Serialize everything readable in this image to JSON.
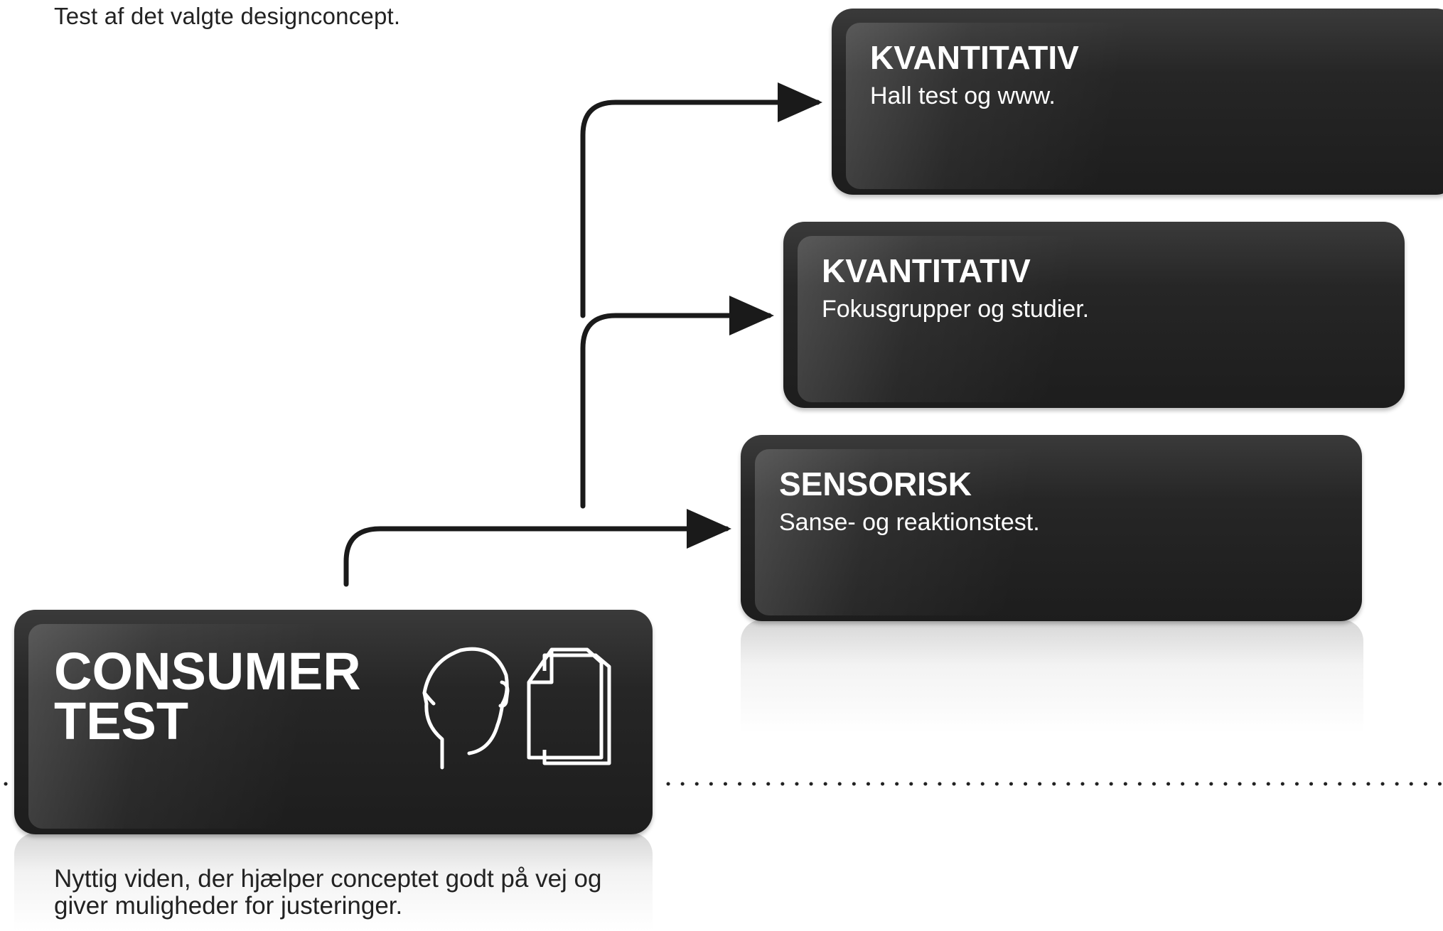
{
  "intro_text": "Test af det valgte designconcept.",
  "cards": [
    {
      "title": "KVANTITATIV",
      "subtitle": "Hall test og www."
    },
    {
      "title": "KVANTITATIV",
      "subtitle": "Fokusgrupper og studier."
    },
    {
      "title": "SENSORISK",
      "subtitle": "Sanse- og reaktionstest."
    }
  ],
  "main_card": {
    "title_line1": "CONSUMER",
    "title_line2": "TEST",
    "icons": [
      "head-profile-icon",
      "documents-icon"
    ]
  },
  "bottom_text": {
    "line1": "Nyttig viden, der hjælper conceptet godt på vej og",
    "line2": "giver muligheder for justeringer."
  },
  "colors": {
    "card": "#222222",
    "text_on_card": "#ffffff",
    "body_text": "#222222"
  }
}
